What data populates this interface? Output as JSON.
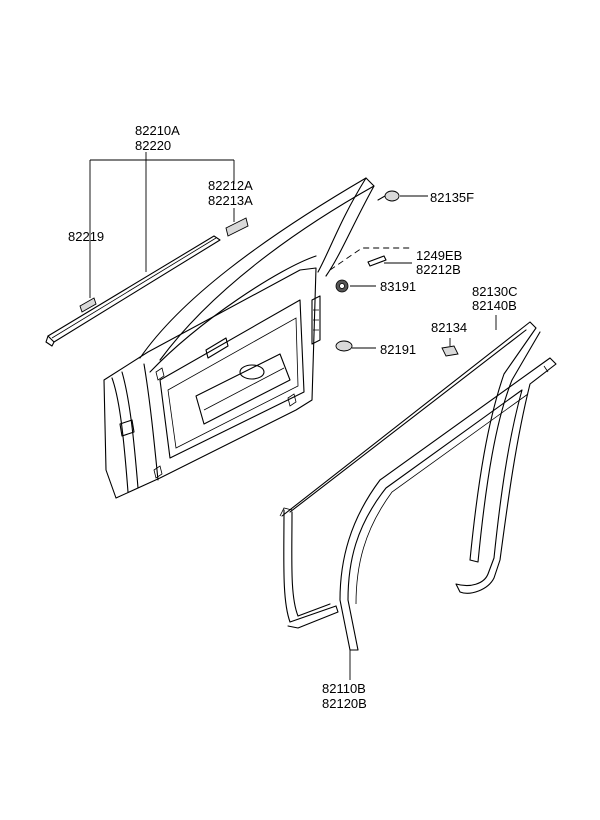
{
  "labels": {
    "p82210A": "82210A",
    "p82220": "82220",
    "p82212A": "82212A",
    "p82213A": "82213A",
    "p82219": "82219",
    "p82135F": "82135F",
    "p1249EB": "1249EB",
    "p82212B": "82212B",
    "p83191": "83191",
    "p82130C": "82130C",
    "p82140B": "82140B",
    "p82134": "82134",
    "p82191": "82191",
    "p82110B": "82110B",
    "p82120B": "82120B"
  }
}
